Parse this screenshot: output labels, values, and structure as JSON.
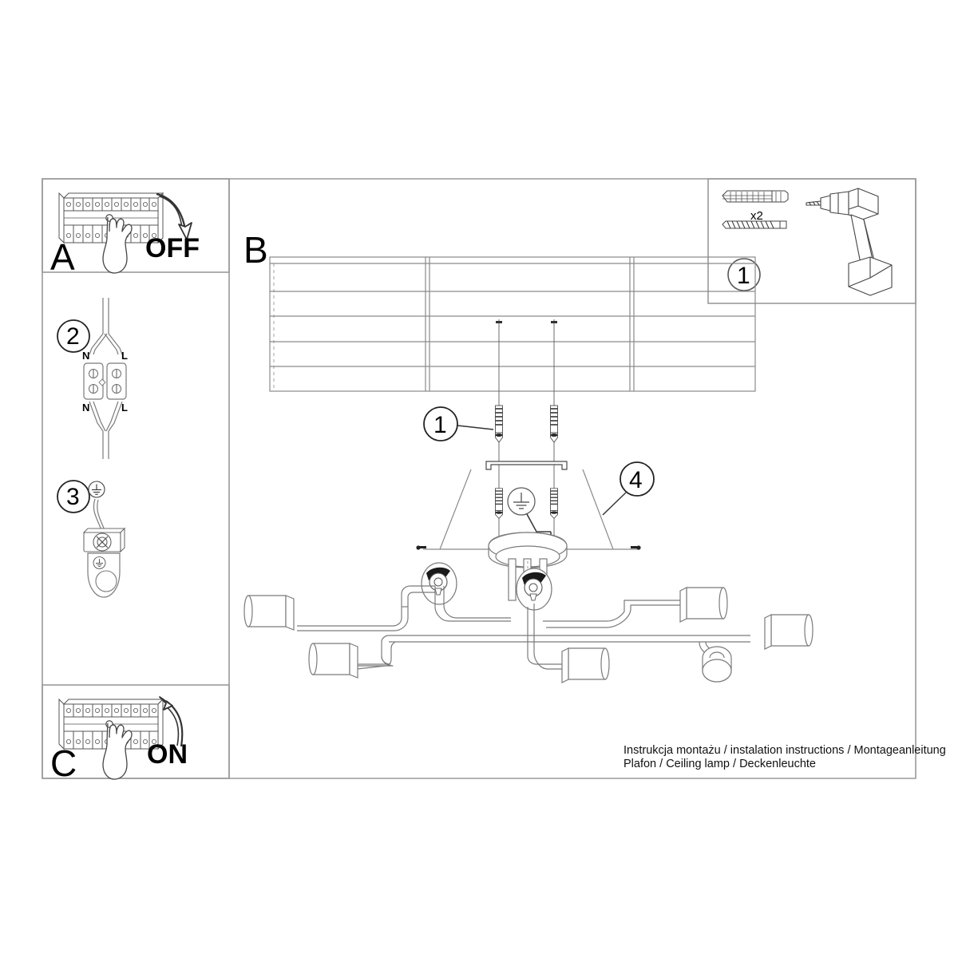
{
  "document": {
    "type": "installation-instruction-sheet",
    "footer_line1": "Instrukcja montażu / instalation instructions / Montageanleitung",
    "footer_line2": "Plafon / Ceiling lamp / Deckenleuchte"
  },
  "panels": {
    "a": {
      "letter": "A",
      "action_label": "OFF",
      "icon": "fuse-box-with-hand-icon",
      "arrow": "arrow-down-curved"
    },
    "b": {
      "letter": "B"
    },
    "c": {
      "letter": "C",
      "action_label": "ON",
      "icon": "fuse-box-with-hand-icon",
      "arrow": "arrow-up-curved"
    },
    "step2": {
      "number": "2",
      "terminal_labels_top": [
        "N",
        "L"
      ],
      "terminal_labels_bottom": [
        "N",
        "L"
      ],
      "icon": "wire-terminal-block-icon"
    },
    "step3": {
      "number": "3",
      "symbol": "earth-ground-symbol",
      "icon": "ground-screw-terminal-icon"
    },
    "parts": {
      "number": "1",
      "quantity_label": "x2",
      "items": [
        "wall-anchor-icon",
        "wood-screw-icon",
        "power-drill-icon"
      ]
    }
  },
  "callouts": {
    "screws": "1",
    "bracket": "4"
  },
  "colors": {
    "stroke": "#231f20",
    "light_stroke": "#8a8a8a",
    "mid_stroke": "#6d6d6d",
    "frame": "#9a9a9a",
    "white": "#ffffff",
    "dark_fill": "#1a1a1a"
  }
}
